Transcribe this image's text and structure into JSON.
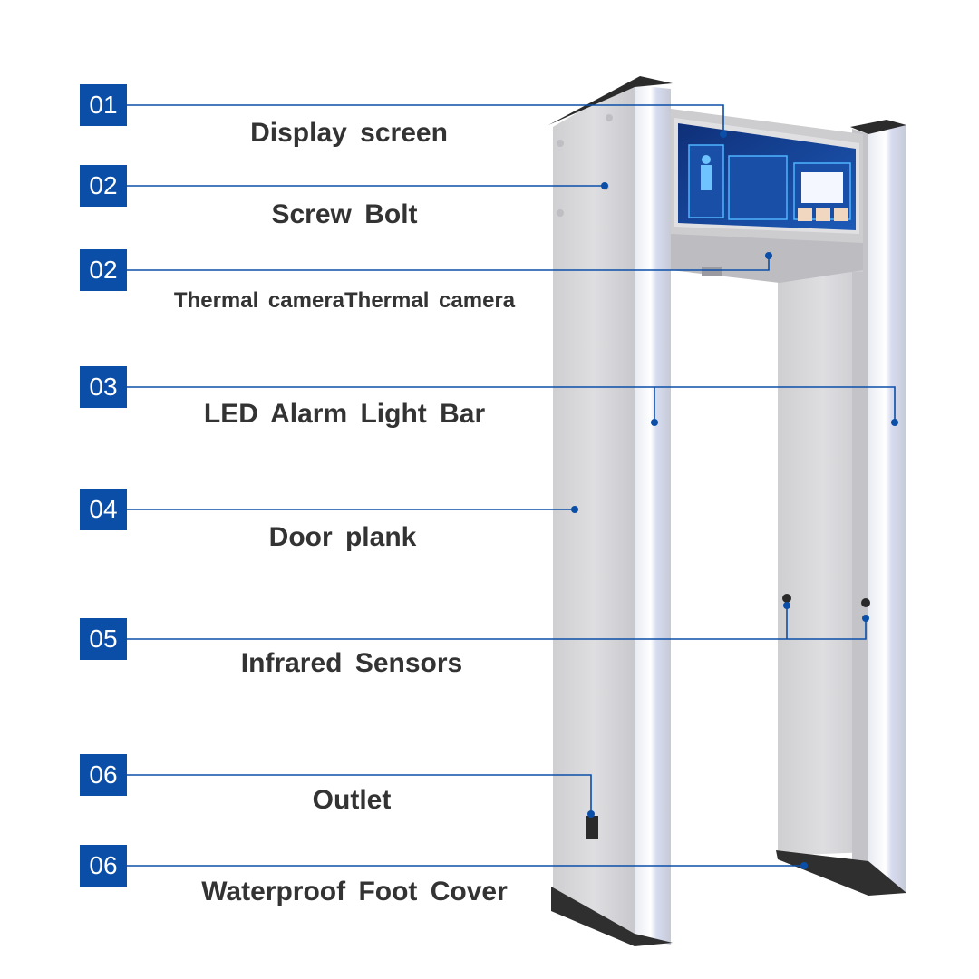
{
  "colors": {
    "accent": "#0b4ea8",
    "label_text": "#333333",
    "frame": "#d9d9db",
    "frame_shadow": "#b9b9bd",
    "light_bar": "#f4f6fb",
    "screen_bg": "#123a8a",
    "screen_glow": "#2a8ce0"
  },
  "callouts": [
    {
      "number": "01",
      "label": "Display  screen"
    },
    {
      "number": "02",
      "label": "Screw  Bolt"
    },
    {
      "number": "02",
      "label": "Thermal  cameraThermal  camera"
    },
    {
      "number": "03",
      "label": "LED  Alarm  Light  Bar"
    },
    {
      "number": "04",
      "label": "Door  plank"
    },
    {
      "number": "05",
      "label": "Infrared  Sensors"
    },
    {
      "number": "06",
      "label": "Outlet"
    },
    {
      "number": "06",
      "label": "Waterproof  Foot  Cover"
    }
  ]
}
